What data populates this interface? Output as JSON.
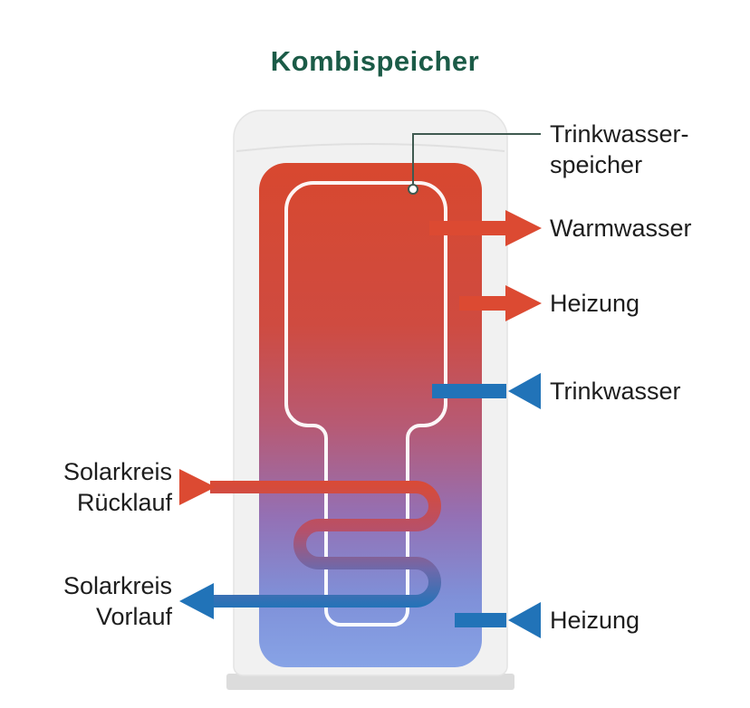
{
  "title": "Kombispeicher",
  "annotation": {
    "line1": "Trinkwasser-",
    "line2": "speicher"
  },
  "flows": {
    "warmwasser": {
      "label": "Warmwasser",
      "color": "#dc4a32",
      "direction": "right-out"
    },
    "heizung_top": {
      "label": "Heizung",
      "color": "#dc4a32",
      "direction": "right-out"
    },
    "trinkwasser": {
      "label": "Trinkwasser",
      "color": "#2173b8",
      "direction": "left-in"
    },
    "heizung_bottom": {
      "label": "Heizung",
      "color": "#2173b8",
      "direction": "left-in"
    },
    "solar_ruecklauf": {
      "label_line1": "Solarkreis",
      "label_line2": "Rücklauf",
      "color": "#dc4a32",
      "direction": "right-in"
    },
    "solar_vorlauf": {
      "label_line1": "Solarkreis",
      "label_line2": "Vorlauf",
      "color": "#2173b8",
      "direction": "left-out"
    }
  },
  "colors": {
    "title_green": "#1b5b47",
    "hot_red": "#dc4a32",
    "cold_blue": "#2173b8",
    "label_text": "#1d1d1d",
    "tank_shell": "#f1f1f1",
    "tank_base": "#dcdcdc",
    "grad_hot": "#d8482f",
    "grad_cold": "#87a3e6",
    "pointer_line": "#3f5a50"
  }
}
